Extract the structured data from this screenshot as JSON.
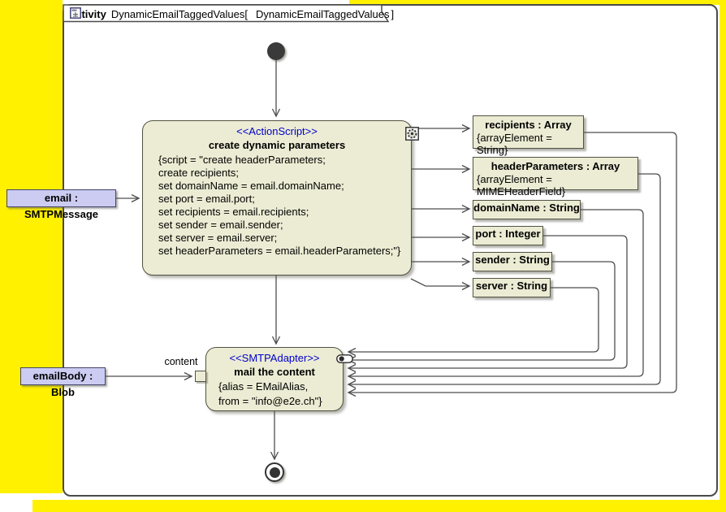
{
  "frame": {
    "keyword": "activity",
    "name_with_bracket": "DynamicEmailTaggedValues[",
    "diagram_ref": "DynamicEmailTaggedValues",
    "bracket_close": "]"
  },
  "action_create": {
    "stereotype": "<<ActionScript>>",
    "title": "create dynamic parameters",
    "script_lines": [
      "{script = \"create headerParameters;",
      "create recipients;",
      "set domainName = email.domainName;",
      "set port = email.port;",
      "set recipients = email.recipients;",
      "set sender = email.sender;",
      "set server = email.server;",
      "set headerParameters = email.headerParameters;\"}"
    ]
  },
  "action_mail": {
    "stereotype": "<<SMTPAdapter>>",
    "title": "mail the content",
    "tag_line1": "{alias = EMailAlias,",
    "tag_line2": "from = \"info@e2e.ch\"}"
  },
  "object_nodes": [
    {
      "title": "recipients : Array",
      "tag": "{arrayElement = String}"
    },
    {
      "title": "headerParameters : Array",
      "tag": "{arrayElement = MIMEHeaderField}"
    },
    {
      "title": "domainName : String"
    },
    {
      "title": "port : Integer"
    },
    {
      "title": "sender : String"
    },
    {
      "title": "server : String"
    }
  ],
  "input_objects": [
    {
      "label": "email : SMTPMessage"
    },
    {
      "label": "emailBody : Blob"
    }
  ],
  "pin": {
    "label": "content"
  },
  "icons": {
    "frame_tab_icon": "diagram-icon",
    "create_node_icon": "gear-icon",
    "mail_node_icon": "adapter-toggle-icon"
  },
  "colors": {
    "desktop_yellow": "#fff100",
    "node_fill": "#ececd4",
    "node_border": "#525242",
    "external_object_fill": "#ccccf2",
    "external_object_border": "#44446a",
    "stereotype_blue": "#0000cc",
    "edge": "#4d4d4d",
    "frame_border": "#4a4a4a"
  }
}
